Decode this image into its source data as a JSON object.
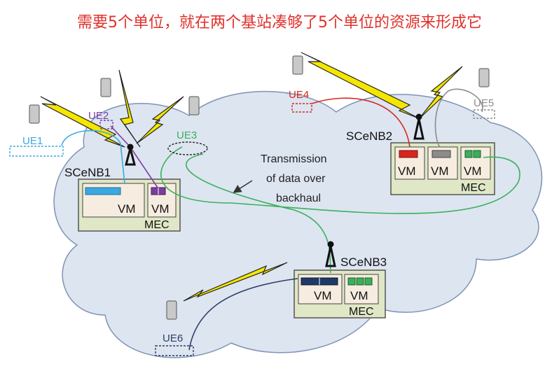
{
  "title": "需要5个单位，就在两个基站凑够了5个单位的资源来形成它",
  "annotation": [
    "Transmission",
    "of data over",
    "backhaul"
  ],
  "stations": [
    {
      "id": "SCeNB1",
      "vm_labels": [
        "VM",
        "VM"
      ],
      "mec_label": "MEC"
    },
    {
      "id": "SCeNB2",
      "vm_labels": [
        "VM",
        "VM",
        "VM"
      ],
      "mec_label": "MEC"
    },
    {
      "id": "SCeNB3",
      "vm_labels": [
        "VM",
        "VM"
      ],
      "mec_label": "MEC"
    }
  ],
  "ues": [
    "UE1",
    "UE2",
    "UE3",
    "UE4",
    "UE5",
    "UE6"
  ],
  "colors": {
    "title": "#e0312b",
    "cloud": "#dde5f1",
    "mec": "#dfe7c6",
    "ue1": "#3aa9e0",
    "ue2": "#7b3fa0",
    "ue3": "#3bb05a",
    "ue4": "#d7261f",
    "ue5": "#8c8c8c",
    "ue6": "#2c3e66",
    "bolt": "#f5e600"
  }
}
